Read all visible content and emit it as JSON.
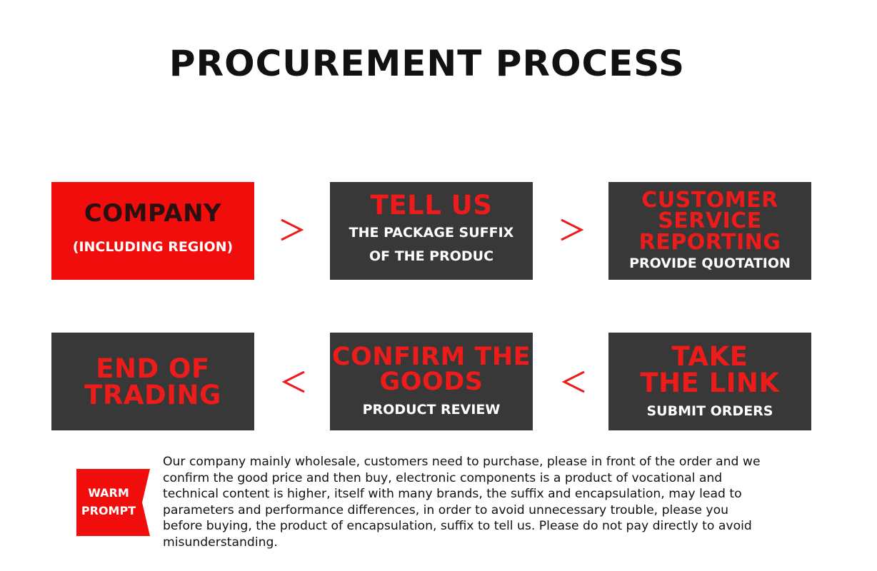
{
  "page": {
    "title": "PROCUREMENT PROCESS"
  },
  "steps": [
    {
      "heading": [
        "COMPANY"
      ],
      "sub": [
        "(INCLUDING REGION)"
      ]
    },
    {
      "heading": [
        "TELL US"
      ],
      "sub": [
        "THE PACKAGE SUFFIX",
        "OF THE PRODUC"
      ]
    },
    {
      "heading": [
        "CUSTOMER",
        "SERVICE",
        "REPORTING"
      ],
      "sub": [
        "PROVIDE QUOTATION"
      ]
    },
    {
      "heading": [
        "TAKE",
        "THE LINK"
      ],
      "sub": [
        "SUBMIT ORDERS"
      ]
    },
    {
      "heading": [
        "CONFIRM THE",
        "GOODS"
      ],
      "sub": [
        "PRODUCT REVIEW"
      ]
    },
    {
      "heading": [
        "END OF",
        "TRADING"
      ],
      "sub": []
    }
  ],
  "arrows": {
    "forward": ">",
    "back": "<"
  },
  "warm_prompt": {
    "badge": [
      "WARM",
      "PROMPT"
    ],
    "lines": [
      "Our company mainly wholesale, customers need to purchase, please in front of the order and we",
      "confirm the good price and then buy, electronic components is a product of vocational and",
      "technical content is higher, itself with many brands, the suffix and encapsulation, may lead to",
      "parameters and performance differences, in order to avoid unnecessary trouble, please you",
      "before buying, the product of encapsulation, suffix to tell us. Please do not pay directly to avoid",
      "misunderstanding."
    ]
  },
  "colors": {
    "accent_red": "#f20d0d",
    "heading_red": "#ee1b1b",
    "box_dark": "#383838",
    "text_dark": "#111111"
  },
  "icons": {
    "forward_arrow": "chevron-right-icon",
    "back_arrow": "chevron-left-icon",
    "badge": "ribbon-badge-icon"
  }
}
